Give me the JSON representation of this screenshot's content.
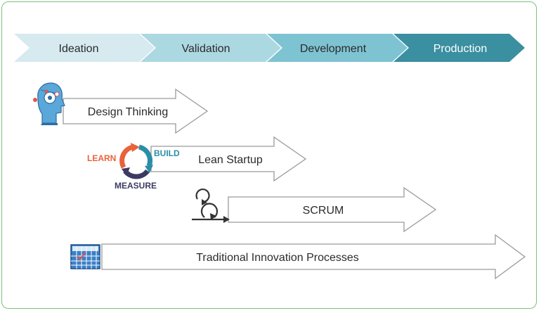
{
  "phases": [
    {
      "label": "Ideation",
      "fill": "#d6eaf0",
      "text_color": "#2b2b2b"
    },
    {
      "label": "Validation",
      "fill": "#acd8e2",
      "text_color": "#2b2b2b"
    },
    {
      "label": "Development",
      "fill": "#7ec3d2",
      "text_color": "#2b2b2b"
    },
    {
      "label": "Production",
      "fill": "#3a8fa0",
      "text_color": "#ffffff"
    }
  ],
  "methods": [
    {
      "id": "design-thinking",
      "label": "Design Thinking",
      "icon": "head-idea-icon"
    },
    {
      "id": "lean-startup",
      "label": "Lean Startup",
      "icon": "learn-build-measure-cycle-icon"
    },
    {
      "id": "scrum",
      "label": "SCRUM",
      "icon": "sprint-cycle-icon"
    },
    {
      "id": "traditional",
      "label": "Traditional Innovation Processes",
      "icon": "gantt-grid-icon"
    }
  ],
  "lean_cycle": {
    "learn": "LEARN",
    "build": "BUILD",
    "measure": "MEASURE",
    "colors": {
      "learn": "#e8623c",
      "build": "#2a8ea8",
      "measure": "#3c3a63"
    }
  },
  "colors": {
    "frame": "#7fbf7f",
    "arrow_outline": "#9a9a9a",
    "text": "#2b2b2b"
  }
}
